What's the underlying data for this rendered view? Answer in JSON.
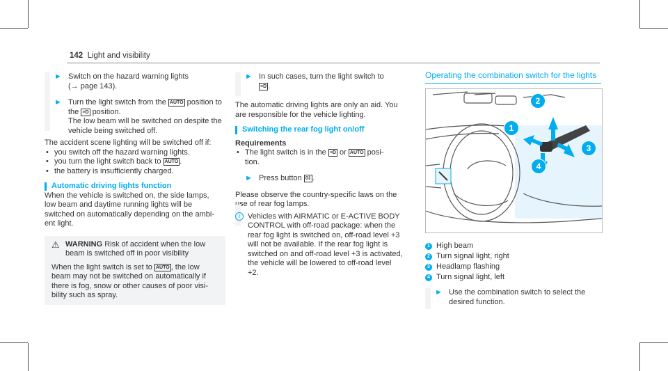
{
  "header": {
    "page_number": "142",
    "section": "Light and visibility"
  },
  "col1": {
    "step1_line1": "Switch on the hazard warning lights",
    "step1_line2": "(→ page 143).",
    "step2_line1_pre": "Turn the light switch from the",
    "step2_line1_post": "position to",
    "step2_line2_pre": "the",
    "step2_line2_post": "position.",
    "step2_line3": "The low beam will be switched on despite the",
    "step2_line4": "vehicle being switched off.",
    "intro": "The accident scene lighting will be switched off if:",
    "bullets": [
      "you switch off the hazard warning lights.",
      "you turn the light switch back to",
      "the battery is insufficiently charged."
    ],
    "subhead": "Automatic driving lights function",
    "para": [
      "When the vehicle is switched on, the side lamps,",
      "low beam and daytime running lights will be",
      "switched on automatically depending on the ambi-",
      "ent light."
    ],
    "warning_title": "WARNING",
    "warning_line1": "Risk of accident when the low",
    "warning_line2": "beam is switched off in poor visibility",
    "warning_body1_pre": "When the light switch is set to",
    "warning_body1_post": ", the low",
    "warning_body2": "beam may not be switched on automatically if",
    "warning_body3": "there is fog, snow or other causes of poor visi-",
    "warning_body4": "bility such as spray."
  },
  "col2": {
    "step_line1": "In such cases, turn the light switch to",
    "auto_text": "The automatic driving lights are only an aid. You",
    "auto_text2": "are responsible for the vehicle lighting.",
    "subhead": "Switching the rear fog light on/off",
    "req_head": "Requirements",
    "req_line1_pre": "The light switch is in the",
    "req_line1_mid": "or",
    "req_line1_post": "posi-",
    "req_line2": "tion.",
    "press": "Press button",
    "observe1": "Please observe the country-specific laws on the",
    "observe2": "use of rear fog lamps.",
    "tip": [
      "Vehicles with AIRMATIC or E-ACTIVE BODY",
      "CONTROL with off-road package: when the",
      "rear fog light is switched on, off-road level +3",
      "will not be available. If the rear fog light is",
      "switched on and off-road level +3 is activated,",
      "the vehicle will be lowered to off-road level",
      "+2."
    ]
  },
  "col3": {
    "title": "Operating the combination switch for the lights",
    "callouts": [
      "1",
      "2",
      "3",
      "4"
    ],
    "legend": [
      {
        "n": "1",
        "text": "High beam"
      },
      {
        "n": "2",
        "text": "Turn signal light, right"
      },
      {
        "n": "3",
        "text": "Headlamp flashing"
      },
      {
        "n": "4",
        "text": "Turn signal light, left"
      }
    ],
    "step_line1": "Use the combination switch to select the",
    "step_line2": "desired function."
  },
  "icons": {
    "auto": "AUTO",
    "lowbeam": "≡D",
    "fog": "0‡"
  },
  "colors": {
    "accent": "#00adef",
    "shade": "#f1f3f4",
    "diagram_panel": "#e6f5fd"
  }
}
